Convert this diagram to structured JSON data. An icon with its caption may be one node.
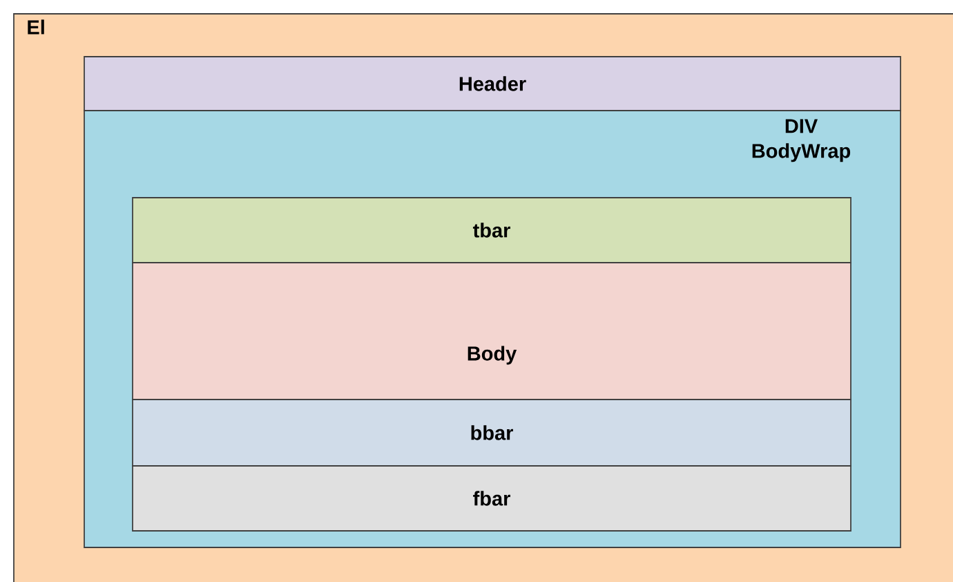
{
  "diagram": {
    "nodes": [
      {
        "text": [
          "El"
        ]
      },
      {
        "text": [
          "Header"
        ],
        "in": 0
      },
      {
        "text": [
          "DIV BodyWrap"
        ],
        "in": 0
      },
      {
        "text": [
          "tbar"
        ],
        "in": 2
      },
      {
        "text": [
          "Body"
        ],
        "in": 2
      },
      {
        "text": [
          "bbar"
        ],
        "in": 2
      },
      {
        "text": [
          "fbar"
        ],
        "in": 2
      }
    ]
  }
}
